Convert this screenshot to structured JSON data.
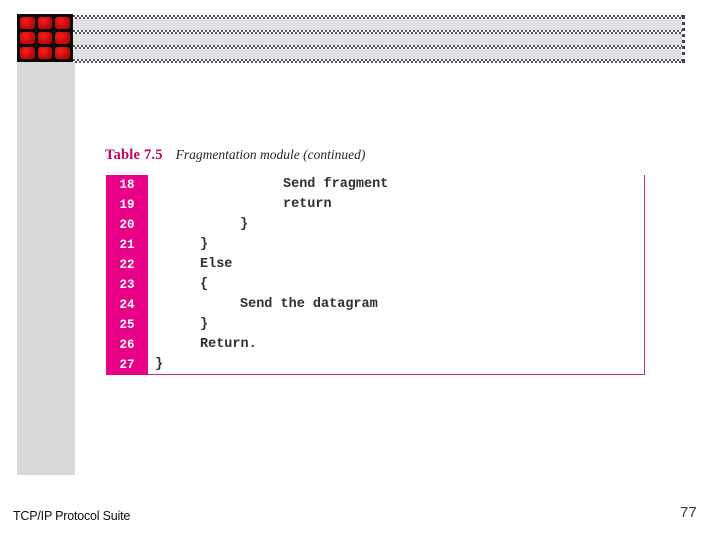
{
  "slide": {
    "footer": "TCP/IP Protocol Suite",
    "page_number": "77"
  },
  "logo": {
    "icon": "red-3x3-grid-logo"
  },
  "title": {
    "label": "Table 7.5",
    "caption": "Fragmentation module (continued)"
  },
  "table": {
    "rows": [
      {
        "num": "18",
        "code": "Send fragment",
        "indent": 3
      },
      {
        "num": "19",
        "code": "return",
        "indent": 3
      },
      {
        "num": "20",
        "code": "}",
        "indent": 2
      },
      {
        "num": "21",
        "code": "}",
        "indent": 1
      },
      {
        "num": "22",
        "code": "Else",
        "indent": 1
      },
      {
        "num": "23",
        "code": "{",
        "indent": 1
      },
      {
        "num": "24",
        "code": "Send the datagram",
        "indent": 2
      },
      {
        "num": "25",
        "code": "}",
        "indent": 1
      },
      {
        "num": "26",
        "code": "Return.",
        "indent": 1
      },
      {
        "num": "27",
        "code": "}",
        "indent": 0
      }
    ]
  },
  "colors": {
    "line_number_bg": "#e80087",
    "table_border": "#c4307e",
    "title_magenta": "#c10061",
    "sidebar_gray": "#d9d9d9",
    "logo_red": "#d60d0d",
    "stripe_dot": "#3f3f52",
    "code_text": "#2f2f2f"
  }
}
